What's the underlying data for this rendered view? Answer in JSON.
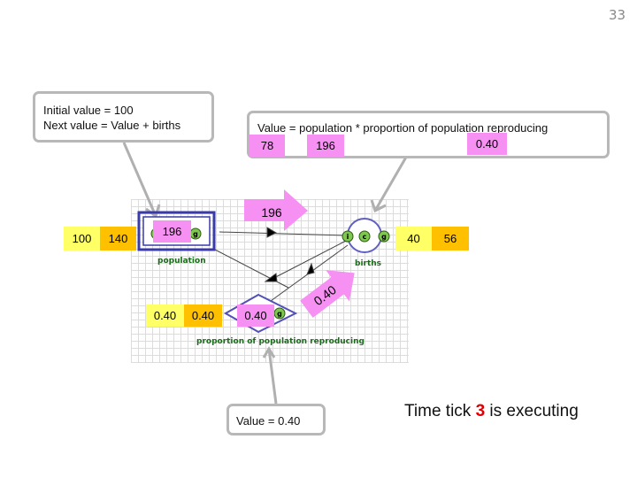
{
  "page_number": "33",
  "callouts": {
    "population_line1": "Initial value = 100",
    "population_line2": "Next value = Value + births",
    "births": "Value = population * proportion of population reproducing",
    "proportion": "Value = 0.40"
  },
  "population": {
    "label": "population",
    "prev_value": "100",
    "current_value": "140",
    "flow_value": "196"
  },
  "births": {
    "label": "births",
    "prev_value": "40",
    "current_value": "56",
    "calc_population": "78",
    "calc_population_new": "196",
    "calc_proportion": "0.40",
    "icon_letters": [
      "i",
      "c",
      "g"
    ]
  },
  "proportion": {
    "label": "proportion of population reproducing",
    "prev_value": "0.40",
    "current_value": "0.40",
    "inner_value": "0.40"
  },
  "flow_arrows": {
    "population_to_births": "196",
    "proportion_to_births": "0.40"
  },
  "status": {
    "prefix": "Time tick ",
    "tick": "3",
    "suffix": " is executing"
  },
  "colors": {
    "prev_value_bg": "#ffff66",
    "current_value_bg": "#ffc000",
    "flow_bg": "#f690f2",
    "stock_border": "#3a3aa8",
    "node_green": "#7ec850",
    "label_green": "#1a6b1a",
    "callout_border": "#b8b8b8"
  }
}
